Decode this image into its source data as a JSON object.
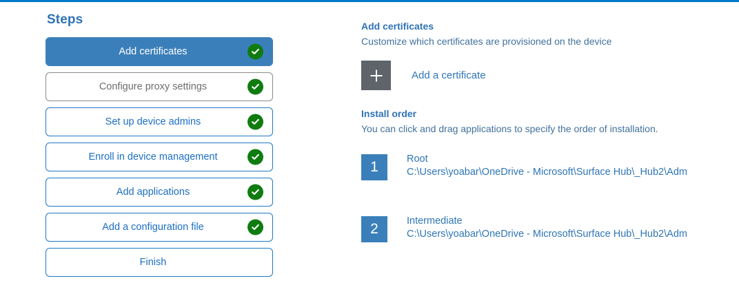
{
  "theme": {
    "accent_rule": "#0078c8",
    "link_blue": "#2e75b6",
    "selected_blue": "#3b7fba",
    "check_green": "#107c10",
    "add_square_gray": "#5e646a",
    "muted_gray": "#6d6d6d"
  },
  "steps_panel": {
    "heading": "Steps",
    "items": [
      {
        "label": "Add certificates",
        "state": "selected",
        "completed": true
      },
      {
        "label": "Configure proxy settings",
        "state": "muted",
        "completed": true
      },
      {
        "label": "Set up device admins",
        "state": "default",
        "completed": true
      },
      {
        "label": "Enroll in device management",
        "state": "default",
        "completed": true
      },
      {
        "label": "Add applications",
        "state": "default",
        "completed": true
      },
      {
        "label": "Add a configuration file",
        "state": "default",
        "completed": true
      },
      {
        "label": "Finish",
        "state": "default",
        "completed": false
      }
    ]
  },
  "detail": {
    "certificates": {
      "title": "Add certificates",
      "subtitle": "Customize which certificates are provisioned on the device",
      "add_label": "Add a certificate",
      "add_icon": "plus-icon"
    },
    "install_order": {
      "title": "Install order",
      "subtitle": "You can click and drag applications to specify the order of installation.",
      "items": [
        {
          "number": "1",
          "name": "Root",
          "path": "C:\\Users\\yoabar\\OneDrive - Microsoft\\Surface Hub\\_Hub2\\Adm"
        },
        {
          "number": "2",
          "name": "Intermediate",
          "path": "C:\\Users\\yoabar\\OneDrive - Microsoft\\Surface Hub\\_Hub2\\Adm"
        }
      ]
    }
  }
}
